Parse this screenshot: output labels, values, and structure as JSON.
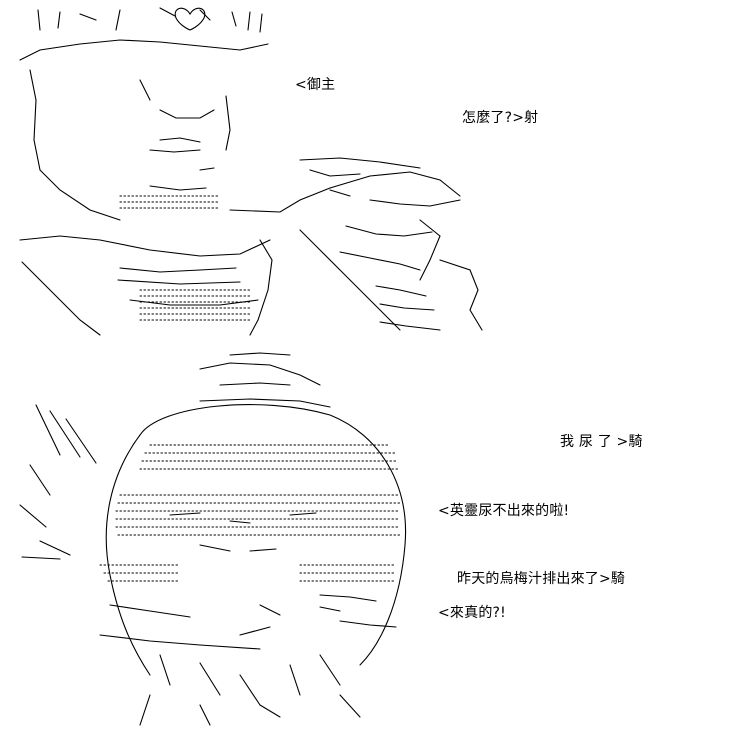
{
  "panel_1": {
    "lines": [
      "<御主",
      "怎麼了?>射"
    ]
  },
  "panel_2": {
    "lines": [
      "我 尿 了 >騎",
      "<英靈尿不出來的啦!",
      "昨天的烏梅汁排出來了>騎",
      "<來真的?!"
    ]
  }
}
